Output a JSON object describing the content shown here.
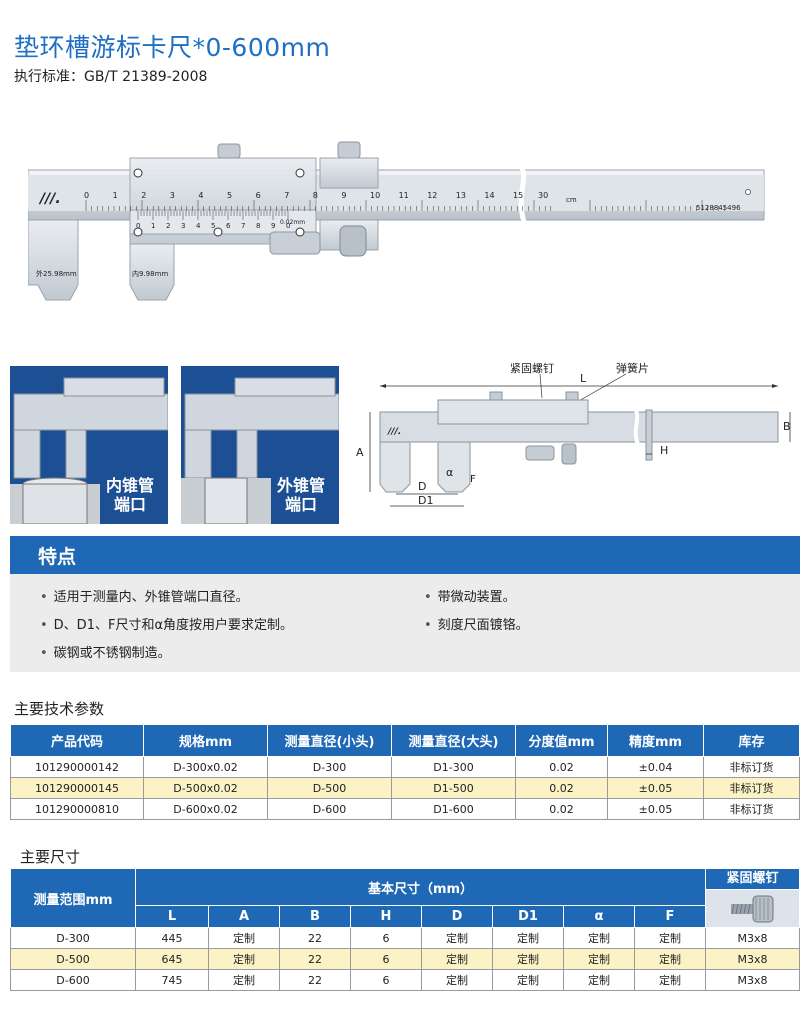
{
  "header": {
    "title": "垫环槽游标卡尺*0-600mm",
    "standard": "执行标准：GB/T 21389-2008"
  },
  "caliper": {
    "scale_numbers": [
      "0",
      "1",
      "2",
      "3",
      "4",
      "5",
      "6",
      "7",
      "8",
      "9",
      "10",
      "11",
      "12",
      "13",
      "14",
      "15",
      "30"
    ],
    "unit": "cm",
    "serial": "5128845496",
    "vernier_numbers": [
      "0",
      "1",
      "2",
      "3",
      "4",
      "5",
      "6",
      "7",
      "8",
      "9",
      "0"
    ],
    "resolution_mark": "0.02mm",
    "left_jaw_label": "外25.98mm",
    "right_jaw_label": "内9.98mm"
  },
  "photos": {
    "inner": "内锥管\n端口",
    "outer": "外锥管\n端口",
    "inner_line1": "内锥管",
    "inner_line2": "端口",
    "outer_line1": "外锥管",
    "outer_line2": "端口"
  },
  "schematic": {
    "label_screw": "紧固螺钉",
    "label_spring": "弹簧片",
    "label_L": "L",
    "label_A": "A",
    "label_B": "B",
    "label_H": "H",
    "label_D": "D",
    "label_D1": "D1",
    "label_alpha": "α",
    "label_F": "F"
  },
  "features": {
    "title": "特点",
    "items": [
      "适用于测量内、外锥管端口直径。",
      "带微动装置。",
      "D、D1、F尺寸和α角度按用户要求定制。",
      "刻度尺面镀铬。",
      "碳钢或不锈钢制造。"
    ]
  },
  "spec_table": {
    "title": "主要技术参数",
    "headers": [
      "产品代码",
      "规格mm",
      "测量直径(小头)",
      "测量直径(大头)",
      "分度值mm",
      "精度mm",
      "库存"
    ],
    "rows": [
      [
        "101290000142",
        "D-300x0.02",
        "D-300",
        "D1-300",
        "0.02",
        "±0.04",
        "非标订货"
      ],
      [
        "101290000145",
        "D-500x0.02",
        "D-500",
        "D1-500",
        "0.02",
        "±0.05",
        "非标订货"
      ],
      [
        "101290000810",
        "D-600x0.02",
        "D-600",
        "D1-600",
        "0.02",
        "±0.05",
        "非标订货"
      ]
    ]
  },
  "dim_table": {
    "title": "主要尺寸",
    "range_header": "测量范围mm",
    "basic_header": "基本尺寸（mm）",
    "screw_header": "紧固螺钉",
    "sub_headers": [
      "L",
      "A",
      "B",
      "H",
      "D",
      "D1",
      "α",
      "F"
    ],
    "rows": [
      [
        "D-300",
        "445",
        "定制",
        "22",
        "6",
        "定制",
        "定制",
        "定制",
        "定制",
        "M3x8"
      ],
      [
        "D-500",
        "645",
        "定制",
        "22",
        "6",
        "定制",
        "定制",
        "定制",
        "定制",
        "M3x8"
      ],
      [
        "D-600",
        "745",
        "定制",
        "22",
        "6",
        "定制",
        "定制",
        "定制",
        "定制",
        "M3x8"
      ]
    ]
  }
}
